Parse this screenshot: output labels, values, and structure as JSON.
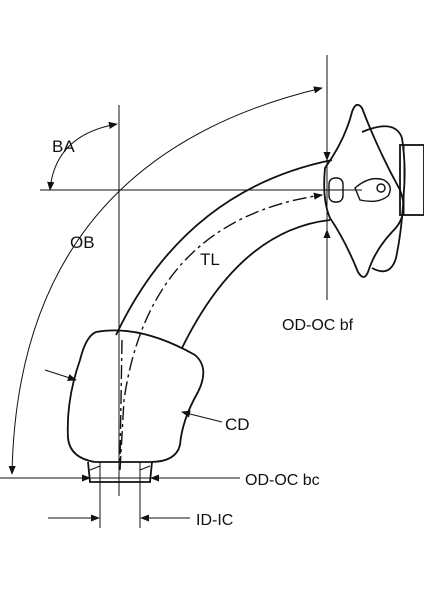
{
  "labels": {
    "ba": "BA",
    "ob": "OB",
    "tl": "TL",
    "od_oc_bf": "OD-OC bf",
    "cd": "CD",
    "od_oc_bc": "OD-OC bc",
    "id_ic": "ID-IC"
  },
  "colors": {
    "line": "#111111",
    "background": "#ffffff"
  }
}
